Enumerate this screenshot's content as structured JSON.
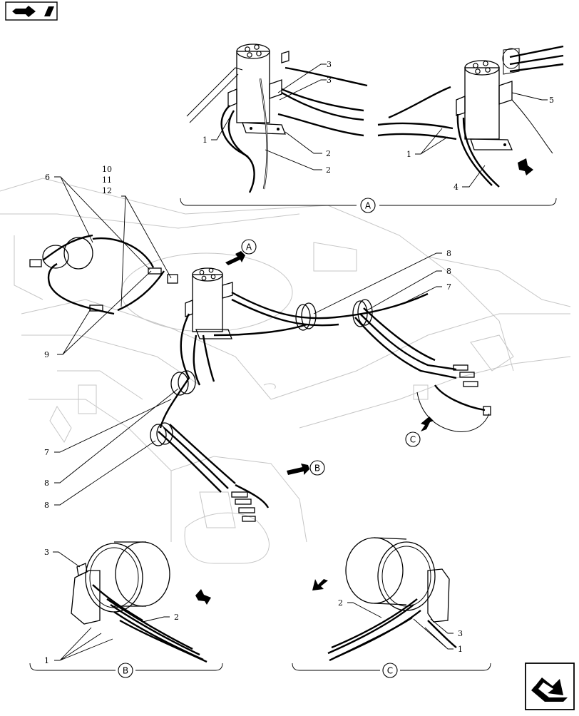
{
  "diagram": {
    "nav_icon_name": "previous-page-arrow-icon",
    "corner_icon_name": "next-page-arrow-icon",
    "callouts": {
      "view_a": "A",
      "view_b": "B",
      "view_c": "C"
    },
    "labels": {
      "n1": "1",
      "n2": "2",
      "n3": "3",
      "n4": "4",
      "n5": "5",
      "n6": "6",
      "n7": "7",
      "n8": "8",
      "n9": "9",
      "n10": "10",
      "n11": "11",
      "n12": "12"
    }
  }
}
